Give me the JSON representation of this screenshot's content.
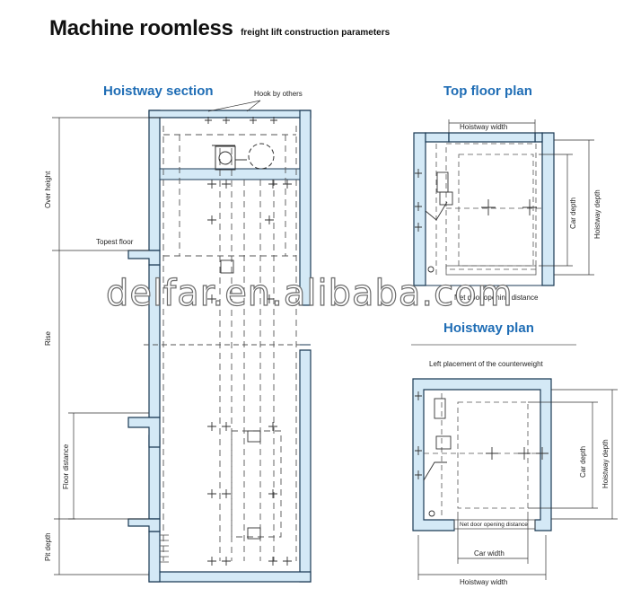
{
  "header": {
    "title": "Machine roomless",
    "subtitle": "freight lift construction parameters"
  },
  "headings": {
    "hoistway_section": "Hoistway section",
    "top_floor_plan": "Top floor plan",
    "hoistway_plan": "Hoistway plan"
  },
  "section_labels": {
    "hook": "Hook by others",
    "topest_floor": "Topest floor",
    "over_height": "Over height",
    "rise": "Rise",
    "floor_distance": "Floor distance",
    "pit_depth": "Pit depth"
  },
  "top_plan_labels": {
    "hoistway_width": "Hoistway width",
    "car_depth": "Car depth",
    "hoistway_depth": "Hoistway depth",
    "net_door": "Net door opening distance"
  },
  "hoistway_plan_labels": {
    "counterweight": "Left placement of the counterweight",
    "net_door": "Net door opening distance",
    "car_width": "Car width",
    "hoistway_width": "Hoistway width",
    "car_depth": "Car depth",
    "hoistway_depth": "Hoistway depth"
  },
  "watermark": "delfar.en.alibaba.com",
  "colors": {
    "wall_fill": "#d4e9f6",
    "wall_stroke": "#1b3a55",
    "heading": "#1f6db5",
    "line": "#333333",
    "dash": "#555555"
  }
}
